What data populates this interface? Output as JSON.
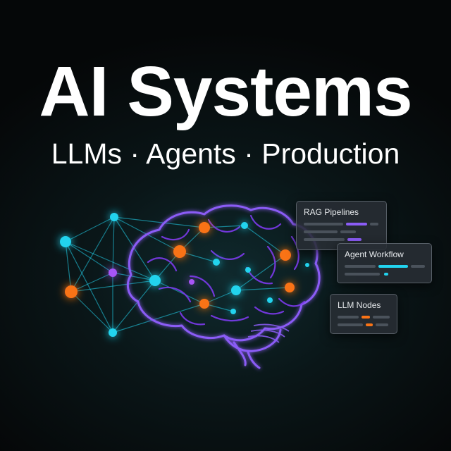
{
  "header": {
    "title": "AI Systems",
    "subtitle": "LLMs · Agents · Production"
  },
  "cards": {
    "rag": {
      "title": "RAG Pipelines"
    },
    "agent": {
      "title": "Agent Workflow"
    },
    "llm": {
      "title": "LLM Nodes"
    }
  },
  "colors": {
    "background": "#050708",
    "brain_outline": "#8b5cf6",
    "node_cyan": "#22d3ee",
    "node_orange": "#f97316",
    "node_purple": "#a855f7",
    "text": "#ffffff"
  },
  "icons": {
    "illustration": "brain-network-icon"
  }
}
